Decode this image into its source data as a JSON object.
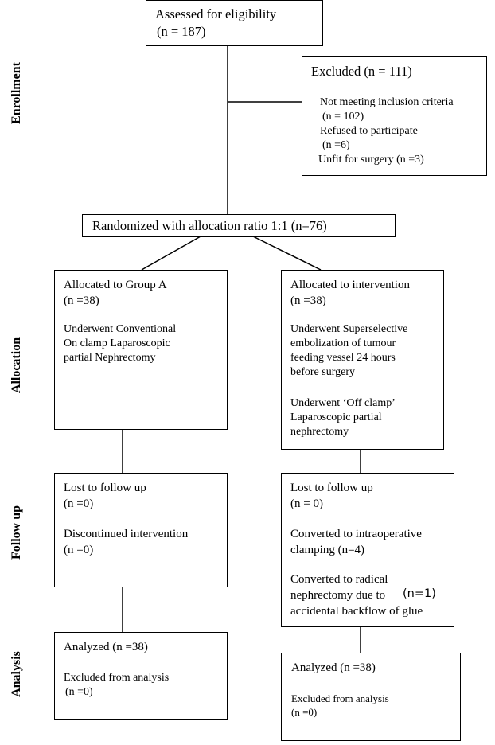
{
  "stages": {
    "enrollment": "Enrollment",
    "allocation": "Allocation",
    "follow_up": "Follow up",
    "analysis": "Analysis"
  },
  "assessed": {
    "line1": "Assessed for eligibility",
    "line2": "(n = 187)"
  },
  "excluded": {
    "title": "Excluded (n = 111)",
    "reason1_l1": "Not meeting inclusion criteria",
    "reason1_l2": "(n = 102)",
    "reason2_l1": "Refused to participate",
    "reason2_l2": "(n =6)",
    "reason3": "Unfit for surgery (n =3)"
  },
  "randomized": {
    "label": "Randomized with allocation ratio 1:1 (n=76)"
  },
  "group_a": {
    "allocation": {
      "title": "Allocated to Group A",
      "n": "(n =38)",
      "desc_l1": "Underwent Conventional",
      "desc_l2": "On clamp Laparoscopic",
      "desc_l3": "partial Nephrectomy"
    },
    "follow_up": {
      "lost": "Lost to follow up",
      "lost_n": "(n =0)",
      "disc": "Discontinued intervention",
      "disc_n": "(n =0)"
    },
    "analysis": {
      "analyzed": "Analyzed (n =38)",
      "excluded": "Excluded from analysis",
      "excluded_n": "(n =0)"
    }
  },
  "group_b": {
    "allocation": {
      "title": "Allocated to intervention",
      "n": "(n =38)",
      "desc1_l1": "Underwent Superselective",
      "desc1_l2": "embolization of tumour",
      "desc1_l3": "feeding vessel 24 hours",
      "desc1_l4": "before surgery",
      "desc2_l1": "Underwent ‘Off clamp’",
      "desc2_l2": "Laparoscopic partial",
      "desc2_l3": "nephrectomy"
    },
    "follow_up": {
      "lost": "Lost to follow up",
      "lost_n": "(n = 0)",
      "conv1_l1": "Converted to intraoperative",
      "conv1_l2": "clamping (n=4)",
      "conv2_l1": "Converted to radical",
      "conv2_l2": "nephrectomy due to",
      "conv2_n": "(n=1)",
      "conv2_l3": "accidental backflow of glue"
    },
    "analysis": {
      "analyzed": "Analyzed (n =38)",
      "excluded": "Excluded from analysis",
      "excluded_n": "(n =0)"
    }
  }
}
